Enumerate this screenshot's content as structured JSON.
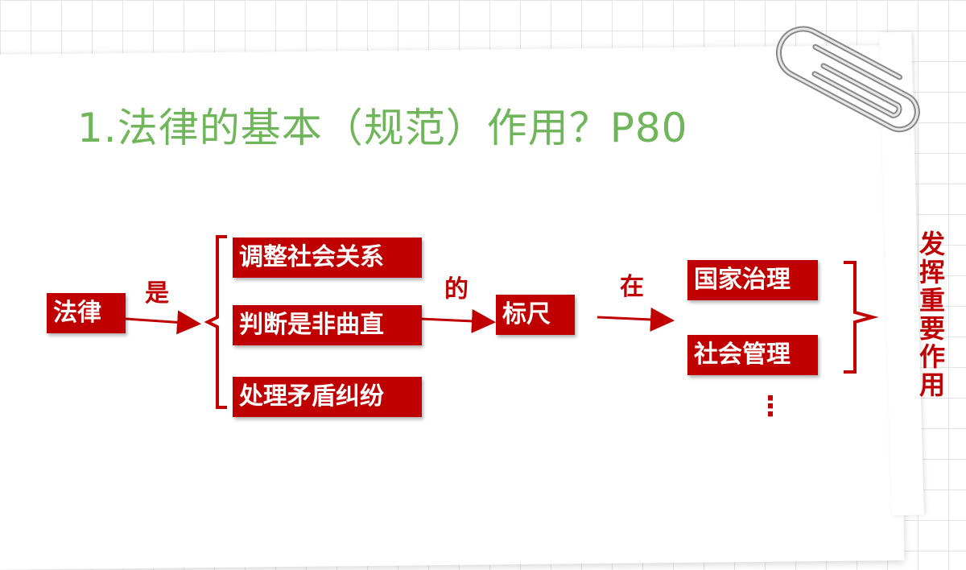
{
  "title": "1.法律的基本（规范）作用？P80",
  "diagram": {
    "subject": "法律",
    "conn_is": "是",
    "items": [
      "调整社会关系",
      "判断是非曲直",
      "处理矛盾纠纷"
    ],
    "conn_of": "的",
    "standard": "标尺",
    "conn_in": "在",
    "fields": [
      "国家治理",
      "社会管理"
    ],
    "ellipsis": "⋮",
    "result": "发挥重要作用"
  },
  "colors": {
    "accent_red": "#c00000",
    "title_green": "#6fb55a"
  }
}
